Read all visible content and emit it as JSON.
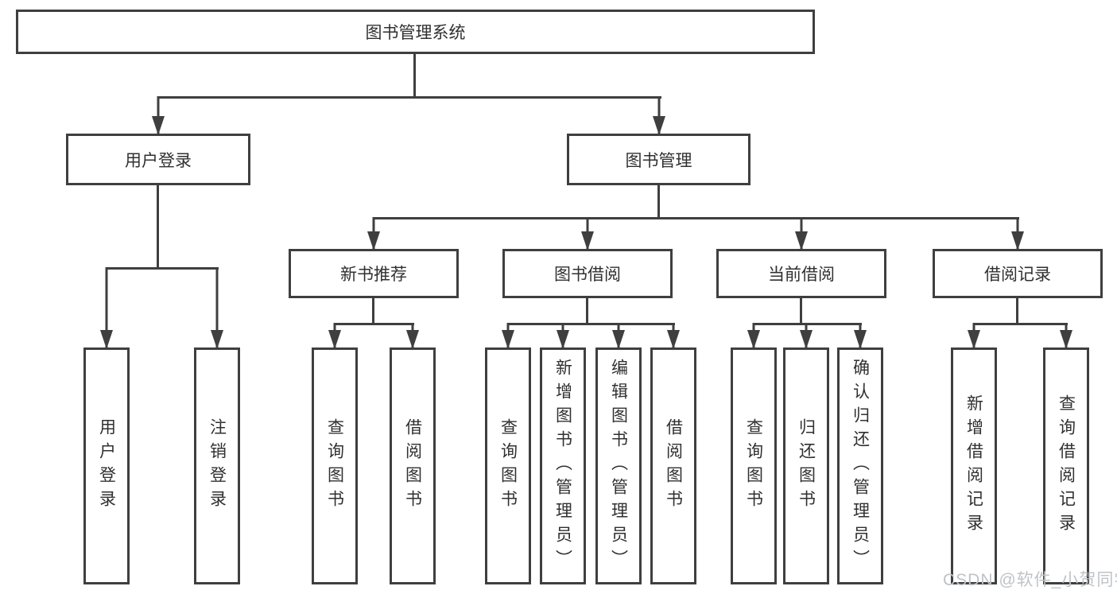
{
  "colors": {
    "line": "#3f3f3f",
    "text": "#303030",
    "box_background": "#ffffff",
    "watermark": "#bfc3c7"
  },
  "diagram": {
    "root": {
      "label": "图书管理系统"
    },
    "level1": [
      {
        "label": "用户登录"
      },
      {
        "label": "图书管理"
      }
    ],
    "level2": [
      {
        "label": "新书推荐"
      },
      {
        "label": "图书借阅"
      },
      {
        "label": "当前借阅"
      },
      {
        "label": "借阅记录"
      }
    ],
    "leaves": [
      {
        "label": "用户登录"
      },
      {
        "label": "注销登录"
      },
      {
        "label": "查询图书"
      },
      {
        "label": "借阅图书"
      },
      {
        "label": "查询图书"
      },
      {
        "label": "新增图书（管理员）"
      },
      {
        "label": "编辑图书（管理员）"
      },
      {
        "label": "借阅图书"
      },
      {
        "label": "查询图书"
      },
      {
        "label": "归还图书"
      },
      {
        "label": "确认归还（管理员）"
      },
      {
        "label": "新增借阅记录"
      },
      {
        "label": "查询借阅记录"
      }
    ]
  },
  "watermark": {
    "text": "CSDN @软件_小贺同学"
  }
}
